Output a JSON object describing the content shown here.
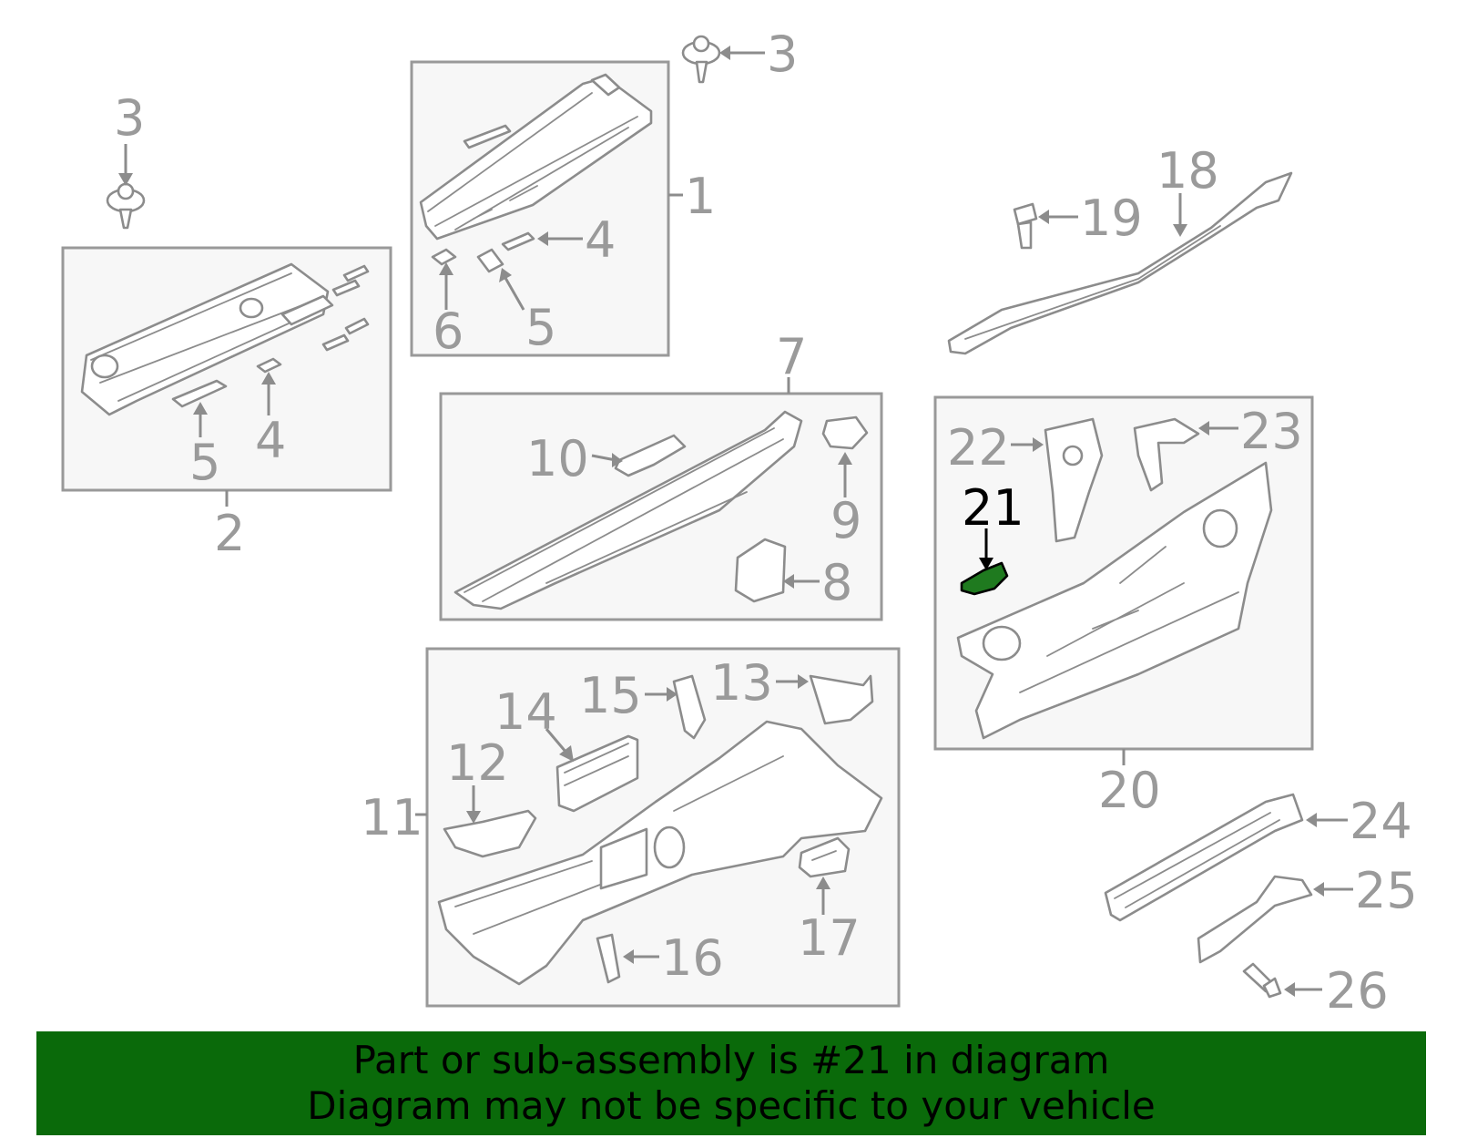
{
  "callouts": {
    "c1": "1",
    "c2": "2",
    "c3a": "3",
    "c3b": "3",
    "c4a": "4",
    "c4b": "4",
    "c5a": "5",
    "c5b": "5",
    "c6": "6",
    "c7": "7",
    "c8": "8",
    "c9": "9",
    "c10": "10",
    "c11": "11",
    "c12": "12",
    "c13": "13",
    "c14": "14",
    "c15": "15",
    "c16": "16",
    "c17": "17",
    "c18": "18",
    "c19": "19",
    "c20": "20",
    "c21": "21",
    "c22": "22",
    "c23": "23",
    "c24": "24",
    "c25": "25",
    "c26": "26"
  },
  "highlight": {
    "part_number": "21",
    "color": "#1f7a1f"
  },
  "banner": {
    "line1": "Part or sub-assembly is #21 in diagram",
    "line2": "Diagram may not be specific to your vehicle",
    "background": "#0a6a0a"
  }
}
